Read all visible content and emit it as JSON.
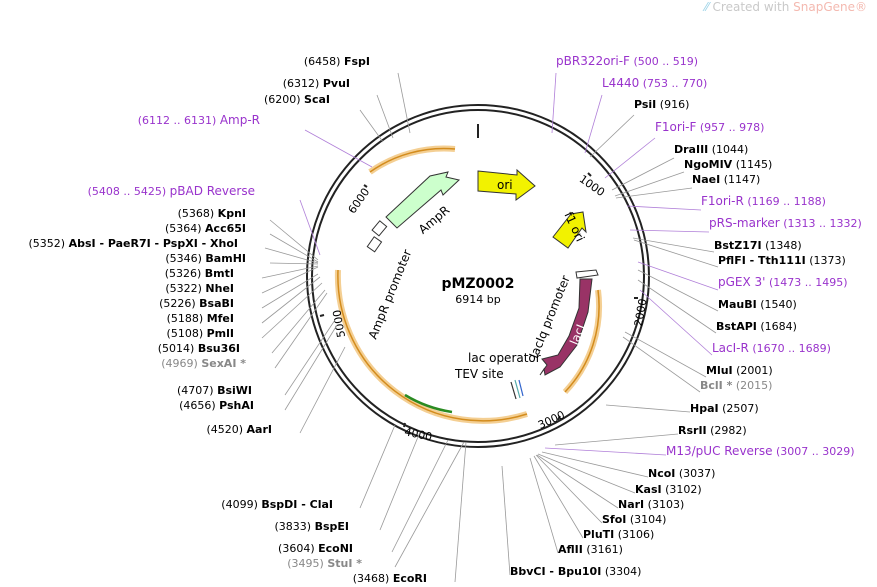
{
  "watermark": {
    "prefix": "Created with",
    "brand": "SnapGene",
    "mark": "®"
  },
  "plasmid": {
    "name": "pMZ0002",
    "size_label": "6914 bp",
    "length": 6914
  },
  "ticks": [
    "1000",
    "2000",
    "3000",
    "4000",
    "5000",
    "6000"
  ],
  "features": [
    {
      "name": "ori",
      "color": "#f2f200"
    },
    {
      "name": "f1 ori",
      "color": "#f2f200"
    },
    {
      "name": "AmpR",
      "color": "#ccffcc"
    },
    {
      "name": "AmpR promoter",
      "color": "#ffffff"
    },
    {
      "name": "lacIq promoter",
      "color": "#ffffff"
    },
    {
      "name": "lacI",
      "color": "#993366"
    },
    {
      "name": "lac operator",
      "color": "#ffffff"
    },
    {
      "name": "TEV site",
      "color": "#ffffff"
    }
  ],
  "sites": [
    {
      "name": "FspI",
      "pos": "(6458)"
    },
    {
      "name": "PvuI",
      "pos": "(6312)"
    },
    {
      "name": "ScaI",
      "pos": "(6200)"
    },
    {
      "name": "Amp-R",
      "pos": "(6112 .. 6131)",
      "primer": true
    },
    {
      "name": "pBAD Reverse",
      "pos": "(5408 .. 5425)",
      "primer": true
    },
    {
      "name": "KpnI",
      "pos": "(5368)"
    },
    {
      "name": "Acc65I",
      "pos": "(5364)"
    },
    {
      "name": "AbsI - PaeR7I - PspXI - XhoI",
      "pos": "(5352)"
    },
    {
      "name": "BamHI",
      "pos": "(5346)"
    },
    {
      "name": "BmtI",
      "pos": "(5326)"
    },
    {
      "name": "NheI",
      "pos": "(5322)"
    },
    {
      "name": "BsaBI",
      "pos": "(5226)"
    },
    {
      "name": "MfeI",
      "pos": "(5188)"
    },
    {
      "name": "PmlI",
      "pos": "(5108)"
    },
    {
      "name": "Bsu36I",
      "pos": "(5014)"
    },
    {
      "name": "SexAI *",
      "pos": "(4969)",
      "gray": true
    },
    {
      "name": "BsiWI",
      "pos": "(4707)"
    },
    {
      "name": "PshAI",
      "pos": "(4656)"
    },
    {
      "name": "AarI",
      "pos": "(4520)"
    },
    {
      "name": "BspDI - ClaI",
      "pos": "(4099)"
    },
    {
      "name": "BspEI",
      "pos": "(3833)"
    },
    {
      "name": "EcoNI",
      "pos": "(3604)"
    },
    {
      "name": "StuI *",
      "pos": "(3495)",
      "gray": true
    },
    {
      "name": "EcoRI",
      "pos": "(3468)"
    },
    {
      "name": "pBR322ori-F",
      "pos": "(500 .. 519)",
      "primer": true
    },
    {
      "name": "L4440",
      "pos": "(753 .. 770)",
      "primer": true
    },
    {
      "name": "PsiI",
      "pos": "(916)"
    },
    {
      "name": "F1ori-F",
      "pos": "(957 .. 978)",
      "primer": true
    },
    {
      "name": "DraIII",
      "pos": "(1044)"
    },
    {
      "name": "NgoMIV",
      "pos": "(1145)"
    },
    {
      "name": "NaeI",
      "pos": "(1147)"
    },
    {
      "name": "F1ori-R",
      "pos": "(1169 .. 1188)",
      "primer": true
    },
    {
      "name": "pRS-marker",
      "pos": "(1313 .. 1332)",
      "primer": true
    },
    {
      "name": "BstZ17I",
      "pos": "(1348)"
    },
    {
      "name": "PflFI - Tth111I",
      "pos": "(1373)"
    },
    {
      "name": "pGEX 3'",
      "pos": "(1473 .. 1495)",
      "primer": true
    },
    {
      "name": "MauBI",
      "pos": "(1540)"
    },
    {
      "name": "BstAPI",
      "pos": "(1684)"
    },
    {
      "name": "LacI-R",
      "pos": "(1670 .. 1689)",
      "primer": true
    },
    {
      "name": "MluI",
      "pos": "(2001)"
    },
    {
      "name": "BclI *",
      "pos": "(2015)",
      "gray": true
    },
    {
      "name": "HpaI",
      "pos": "(2507)"
    },
    {
      "name": "RsrII",
      "pos": "(2982)"
    },
    {
      "name": "M13/pUC Reverse",
      "pos": "(3007 .. 3029)",
      "primer": true
    },
    {
      "name": "NcoI",
      "pos": "(3037)"
    },
    {
      "name": "KasI",
      "pos": "(3102)"
    },
    {
      "name": "NarI",
      "pos": "(3103)"
    },
    {
      "name": "SfoI",
      "pos": "(3104)"
    },
    {
      "name": "PluTI",
      "pos": "(3106)"
    },
    {
      "name": "AflII",
      "pos": "(3161)"
    },
    {
      "name": "BbvCI - Bpu10I",
      "pos": "(3304)"
    }
  ],
  "colors": {
    "primer": "#9933cc",
    "gray": "#888888",
    "orf": "#f2a900",
    "ring": "#222222"
  }
}
